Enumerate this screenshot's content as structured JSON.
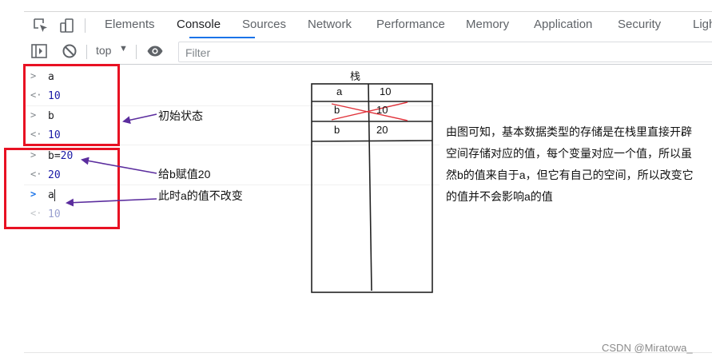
{
  "tabs": [
    "Elements",
    "Console",
    "Sources",
    "Network",
    "Performance",
    "Memory",
    "Application",
    "Security",
    "Ligh"
  ],
  "active_tab": "Console",
  "toolbar": {
    "context": "top",
    "filter_placeholder": "Filter"
  },
  "console_lines": [
    {
      "kind": "input",
      "prefix": ">",
      "text": "a"
    },
    {
      "kind": "result",
      "prefix": "<·",
      "text": "10"
    },
    {
      "kind": "input",
      "prefix": ">",
      "text": "b"
    },
    {
      "kind": "result",
      "prefix": "<·",
      "text": "10"
    },
    {
      "kind": "input",
      "prefix": ">",
      "text_var": "b=",
      "text_num": "20"
    },
    {
      "kind": "result",
      "prefix": "<·",
      "text": "20"
    },
    {
      "kind": "prompt",
      "prefix": ">",
      "text": "a"
    },
    {
      "kind": "preview",
      "prefix": "<·",
      "text": "10"
    }
  ],
  "annotations": {
    "initial_state": "初始状态",
    "assign_b": "给b赋值20",
    "a_unchanged": "此时a的值不改变"
  },
  "stack_diagram": {
    "title": "栈",
    "rows": [
      {
        "name": "a",
        "value": "10",
        "crossed": false
      },
      {
        "name": "b",
        "value": "10",
        "crossed": true
      },
      {
        "name": "b",
        "value": "20",
        "crossed": false
      }
    ]
  },
  "explanation": "由图可知，基本数据类型的存储是在栈里直接开辟空间存储对应的值，每个变量对应一个值，所以虽然b的值来自于a，但它有自己的空间，所以改变它的值并不会影响a的值",
  "watermark": "CSDN @Miratowa_",
  "colors": {
    "accent": "#1a73e8",
    "highlight_box": "#e81123",
    "arrow": "#5b2d9e",
    "cross": "#e0323a"
  }
}
